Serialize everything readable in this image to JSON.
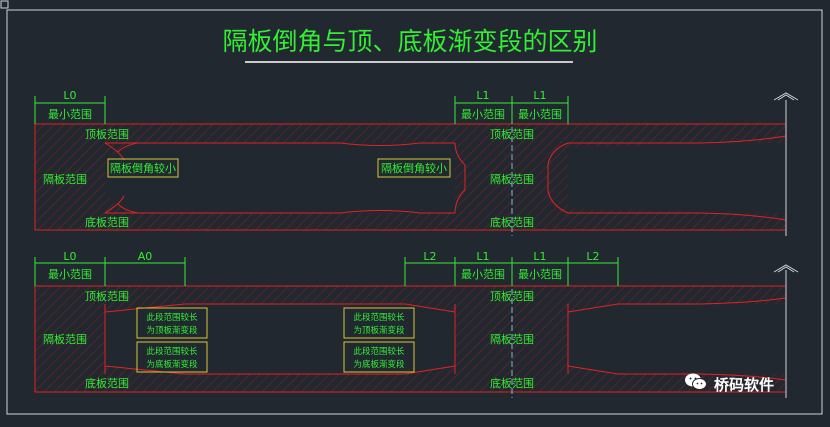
{
  "title": "隔板倒角与顶、底板渐变段的区别",
  "colors": {
    "background": "#212830",
    "frame": "#cfd3d6",
    "outline": "#e02424",
    "hatch": "#6a2226",
    "text": "#33ee33",
    "dim": "#33ee33",
    "centerline": "#7fb6d8",
    "note_box": "#d8c63a"
  },
  "diagram_top": {
    "dims_left": {
      "label": "L0",
      "note": "最小范围"
    },
    "dims_right": [
      {
        "label": "L1",
        "note": "最小范围"
      },
      {
        "label": "L1",
        "note": "最小范围"
      }
    ],
    "region_labels": {
      "top_left": "顶板范围",
      "top_right": "顶板范围",
      "mid_left": "隔板范围",
      "mid_right": "隔板范围",
      "bottom_left": "底板范围",
      "bottom_right": "底板范围"
    },
    "callouts": [
      "隔板倒角较小",
      "隔板倒角较小"
    ]
  },
  "diagram_bottom": {
    "dims_left": [
      {
        "label": "L0",
        "note": "最小范围"
      },
      {
        "label": "A0",
        "note": ""
      }
    ],
    "dims_right": [
      {
        "label": "L2",
        "note": ""
      },
      {
        "label": "L1",
        "note": "最小范围"
      },
      {
        "label": "L1",
        "note": "最小范围"
      },
      {
        "label": "L2",
        "note": ""
      }
    ],
    "region_labels": {
      "top_left": "顶板范围",
      "top_right": "顶板范围",
      "mid_left": "隔板范围",
      "mid_right": "隔板范围",
      "bottom_left": "底板范围",
      "bottom_right": "底板范围"
    },
    "notes": [
      {
        "line1": "此段范围较长",
        "line2": "为顶板渐变段"
      },
      {
        "line1": "此段范围较长",
        "line2": "为底板渐变段"
      },
      {
        "line1": "此段范围较长",
        "line2": "为顶板渐变段"
      },
      {
        "line1": "此段范围较长",
        "line2": "为底板渐变段"
      }
    ]
  },
  "watermark": {
    "text": "桥码软件",
    "icon": "wechat-icon"
  }
}
